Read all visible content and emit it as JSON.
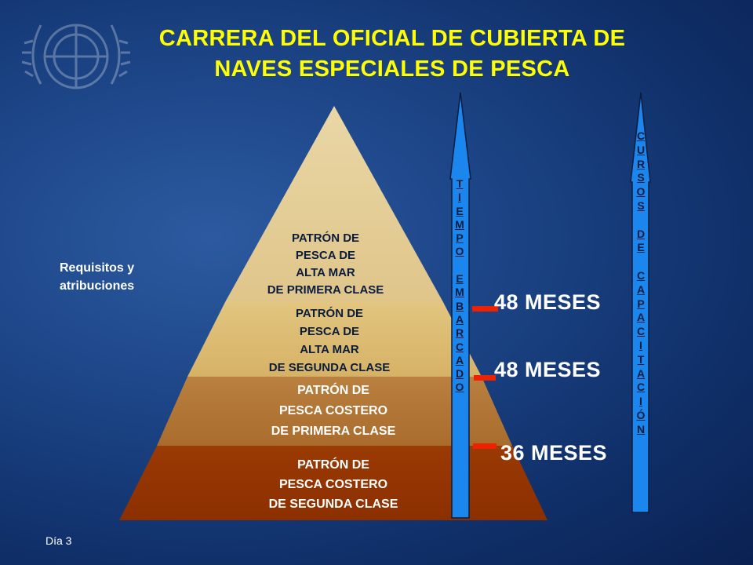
{
  "title": {
    "line1": "CARRERA DEL OFICIAL DE CUBIERTA DE",
    "line2": "NAVES ESPECIALES DE PESCA"
  },
  "requirements_label": "Requisitos y\natribuciones",
  "levels": [
    {
      "text": "PATRÓN DE\nPESCA DE\nALTA MAR\nDE PRIMERA CLASE",
      "color": "#e2c98e"
    },
    {
      "text": "PATRÓN DE\nPESCA DE\nALTA MAR\nDE SEGUNDA CLASE",
      "color": "#d8b870"
    },
    {
      "text": "PATRÓN DE\nPESCA COSTERO\nDE PRIMERA CLASE",
      "color": "#b27735"
    },
    {
      "text": "PATRÓN DE\nPESCA COSTERO\nDE SEGUNDA CLASE",
      "color": "#943400"
    }
  ],
  "arrows": {
    "left_label": "T\nI\nE\nM\nP\nO\n\nE\nM\nB\nA\nR\nC\nA\nD\nO",
    "right_label": "C\nU\nR\nS\nO\nS\n\nD\nE\n\nC\nA\nP\nA\nC\nI\nT\nA\nC\nI\nÓ\nN",
    "fill": "#1a86ee"
  },
  "durations": [
    "48 MESES",
    "48 MESES",
    "36 MESES"
  ],
  "marker_color": "#ee2200",
  "footer": "Día 3"
}
